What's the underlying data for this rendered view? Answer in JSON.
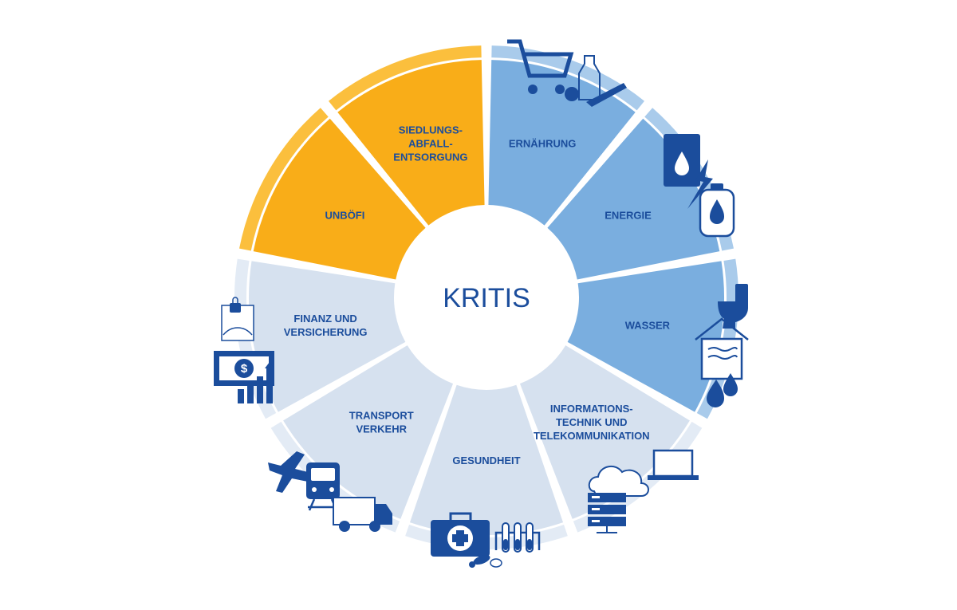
{
  "diagram": {
    "center_label": "KRITIS",
    "colors": {
      "orange_fill": "#f9ad18",
      "orange_rim": "#fbbf3d",
      "blue_fill": "#7aaedf",
      "blue_rim": "#a9cbeb",
      "light_fill": "#d6e1ef",
      "light_rim": "#e3ebf5",
      "text": "#1b4d9c",
      "icon": "#1b4d9c"
    },
    "sectors": [
      {
        "id": "ernaehrung",
        "lines": [
          "ERNÄHRUNG"
        ],
        "group": "blue",
        "icons": [
          "shopping-cart-icon",
          "food-icon"
        ]
      },
      {
        "id": "energie",
        "lines": [
          "ENERGIE"
        ],
        "group": "blue",
        "icons": [
          "oil-barrel-icon",
          "lightning-icon",
          "gas-tank-icon"
        ]
      },
      {
        "id": "wasser",
        "lines": [
          "WASSER"
        ],
        "group": "blue",
        "icons": [
          "toilet-icon",
          "water-house-icon",
          "water-drops-icon"
        ]
      },
      {
        "id": "it-telekommunikation",
        "lines": [
          "INFORMATIONS-",
          "TECHNIK UND",
          "TELEKOMMUNIKATION"
        ],
        "group": "light",
        "icons": [
          "laptop-icon",
          "cloud-icon",
          "server-icon"
        ]
      },
      {
        "id": "gesundheit",
        "lines": [
          "GESUNDHEIT"
        ],
        "group": "light",
        "icons": [
          "medical-kit-icon",
          "test-tubes-icon",
          "pills-icon"
        ]
      },
      {
        "id": "transport-verkehr",
        "lines": [
          "TRANSPORT",
          "VERKEHR"
        ],
        "group": "light",
        "icons": [
          "airplane-icon",
          "train-icon",
          "truck-icon"
        ]
      },
      {
        "id": "finanz-versicherung",
        "lines": [
          "FINANZ UND",
          "VERSICHERUNG"
        ],
        "group": "light",
        "icons": [
          "insurance-icon",
          "banknote-icon",
          "bar-chart-icon"
        ]
      },
      {
        "id": "unboefi",
        "lines": [
          "UNBÖFI"
        ],
        "group": "orange",
        "icons": []
      },
      {
        "id": "siedlungsabfallentsorgung",
        "lines": [
          "SIEDLUNGS-",
          "ABFALL-",
          "ENTSORGUNG"
        ],
        "group": "orange",
        "icons": []
      }
    ]
  }
}
